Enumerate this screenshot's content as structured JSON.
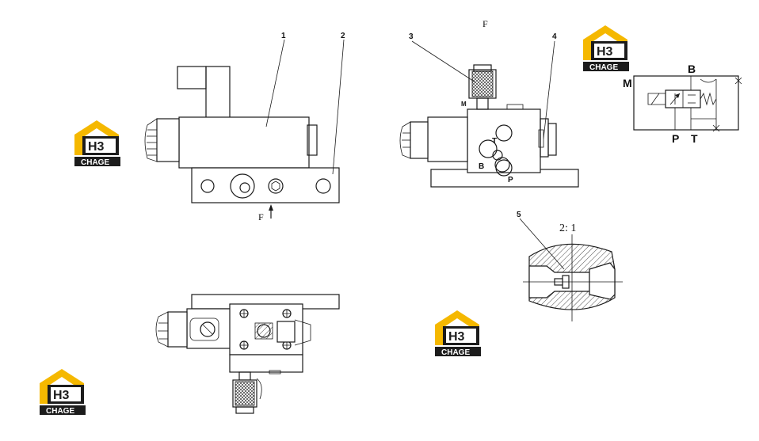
{
  "labels": {
    "part_1": "1",
    "part_2": "2",
    "part_3": "3",
    "part_4": "4",
    "part_5": "5",
    "view_f_top": "F",
    "view_f_arrow": "F",
    "port_t": "T",
    "port_b": "B",
    "port_p": "P",
    "port_m_small": "M",
    "scale": "2: 1"
  },
  "schematic": {
    "port_b": "B",
    "port_m": "M",
    "port_p": "P",
    "port_t": "T"
  },
  "logo": {
    "mark": "H3",
    "brand": "CHAGE"
  },
  "colors": {
    "logo_yellow": "#f5b800",
    "logo_dark": "#1c1c1c",
    "line": "#1a1a1a"
  }
}
